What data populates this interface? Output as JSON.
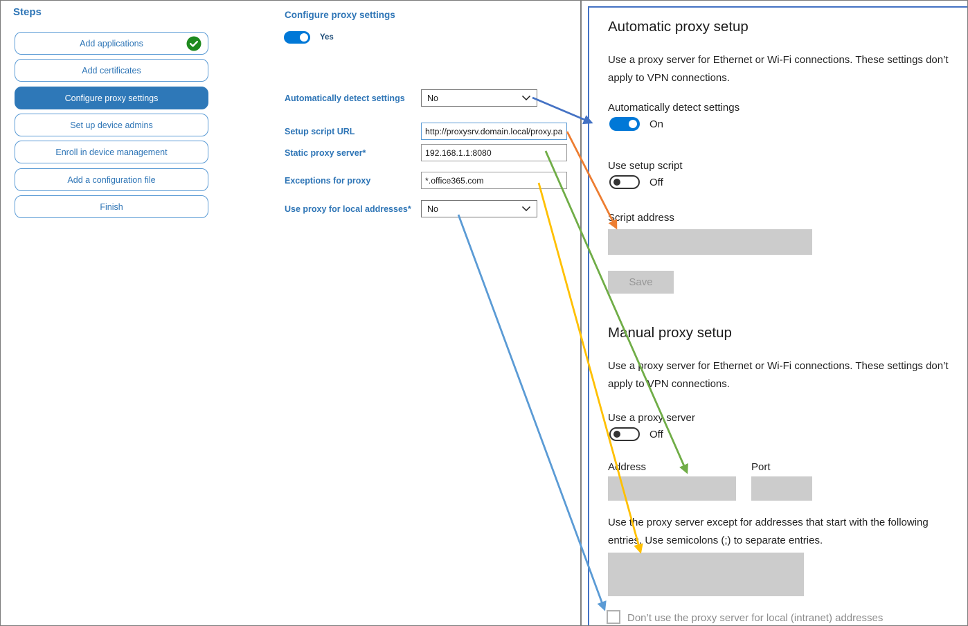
{
  "steps": {
    "title": "Steps",
    "items": [
      {
        "label": "Add applications",
        "completed": true
      },
      {
        "label": "Add certificates"
      },
      {
        "label": "Configure proxy settings",
        "selected": true
      },
      {
        "label": "Set up device admins"
      },
      {
        "label": "Enroll in device management"
      },
      {
        "label": "Add a configuration file"
      },
      {
        "label": "Finish"
      }
    ]
  },
  "wizard": {
    "title": "Configure proxy settings",
    "toggle": {
      "label": "Yes",
      "state": "on"
    },
    "fields": [
      {
        "label": "Automatically detect settings",
        "type": "select",
        "value": "No"
      },
      {
        "label": "Setup script URL",
        "type": "text",
        "value": "http://proxysrv.domain.local/proxy.pa"
      },
      {
        "label": "Static proxy server*",
        "type": "text",
        "value": "192.168.1.1:8080"
      },
      {
        "label": "Exceptions for proxy",
        "type": "text",
        "value": "*.office365.com"
      },
      {
        "label": "Use proxy for local addresses*",
        "type": "select",
        "value": "No"
      }
    ]
  },
  "settings": {
    "automatic": {
      "heading": "Automatic proxy setup",
      "description": "Use a proxy server for Ethernet or Wi-Fi connections. These settings don’t apply to VPN connections.",
      "detect": {
        "label": "Automatically detect settings",
        "state": "On"
      },
      "script_toggle": {
        "label": "Use setup script",
        "state": "Off"
      },
      "script_address_label": "Script address",
      "save_label": "Save"
    },
    "manual": {
      "heading": "Manual proxy setup",
      "description": "Use a proxy server for Ethernet or Wi-Fi connections. These settings don’t apply to VPN connections.",
      "proxy_toggle": {
        "label": "Use a proxy server",
        "state": "Off"
      },
      "address_label": "Address",
      "port_label": "Port",
      "exceptions_description": "Use the proxy server except for addresses that start with the following entries. Use semicolons (;) to separate entries.",
      "local_checkbox_label": "Don’t use the proxy server for local (intranet) addresses"
    }
  },
  "colors": {
    "accent_toggle": "#0078D7",
    "step_selected": "#2E78B8",
    "step_border": "#5B9BD5",
    "label_blue": "#2E75B6",
    "panel_border": "#4472C4",
    "field_gray": "#CCCCCC",
    "check_green": "#1E8A1E",
    "arrow_blue": "#4472C4",
    "arrow_orange": "#ED7D31",
    "arrow_green": "#70AD47",
    "arrow_yellow": "#FFC000",
    "arrow_lightblue": "#5B9BD5"
  }
}
